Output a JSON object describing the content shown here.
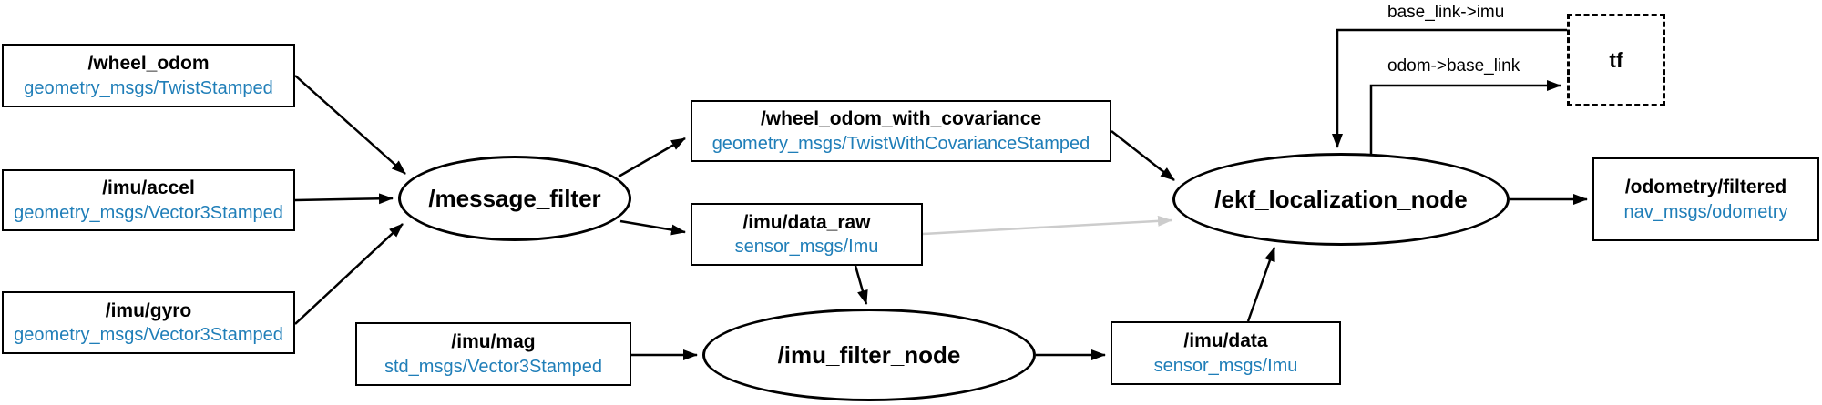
{
  "diagram": {
    "nodes": {
      "wheel_odom": {
        "title": "/wheel_odom",
        "type_label": "geometry_msgs/TwistStamped"
      },
      "imu_accel": {
        "title": "/imu/accel",
        "type_label": "geometry_msgs/Vector3Stamped"
      },
      "imu_gyro": {
        "title": "/imu/gyro",
        "type_label": "geometry_msgs/Vector3Stamped"
      },
      "message_filter": {
        "title": "/message_filter"
      },
      "wheel_odom_with_covariance": {
        "title": "/wheel_odom_with_covariance",
        "type_label": "geometry_msgs/TwistWithCovarianceStamped"
      },
      "imu_data_raw": {
        "title": "/imu/data_raw",
        "type_label": "sensor_msgs/Imu"
      },
      "imu_mag": {
        "title": "/imu/mag",
        "type_label": "std_msgs/Vector3Stamped"
      },
      "imu_filter_node": {
        "title": "/imu_filter_node"
      },
      "imu_data": {
        "title": "/imu/data",
        "type_label": "sensor_msgs/Imu"
      },
      "ekf_localization_node": {
        "title": "/ekf_localization_node"
      },
      "tf": {
        "title": "tf"
      },
      "odometry_filtered": {
        "title": "/odometry/filtered",
        "type_label": "nav_msgs/odometry"
      }
    },
    "edge_labels": {
      "tf_to_ekf": "base_link->imu",
      "ekf_to_tf": "odom->base_link"
    },
    "colors": {
      "topic_type": "#1f7eb8",
      "edge": "#000000",
      "inactive_edge": "#cccccc",
      "node_border": "#000000",
      "background": "#ffffff"
    }
  }
}
